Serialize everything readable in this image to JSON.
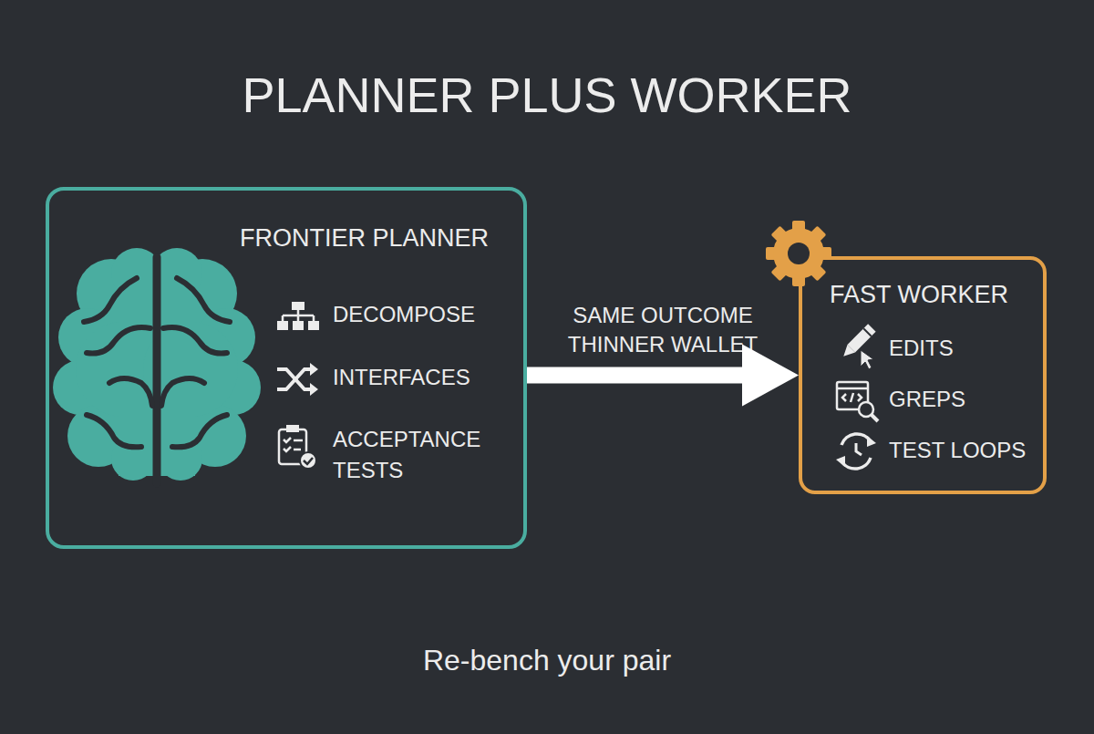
{
  "diagram": {
    "title": "PLANNER PLUS WORKER",
    "caption": "Re-bench your pair",
    "nodes": [
      {
        "text": [
          "FRONTIER PLANNER",
          "DECOMPOSE",
          "INTERFACES",
          "ACCEPTANCE TESTS"
        ]
      },
      {
        "text": [
          "FAST WORKER",
          "EDITS",
          "GREPS",
          "TEST LOOPS"
        ]
      }
    ],
    "edges": [
      {
        "from": 0,
        "to": 1,
        "label": "SAME OUTCOME THINNER WALLET",
        "arrow": "to"
      }
    ]
  }
}
